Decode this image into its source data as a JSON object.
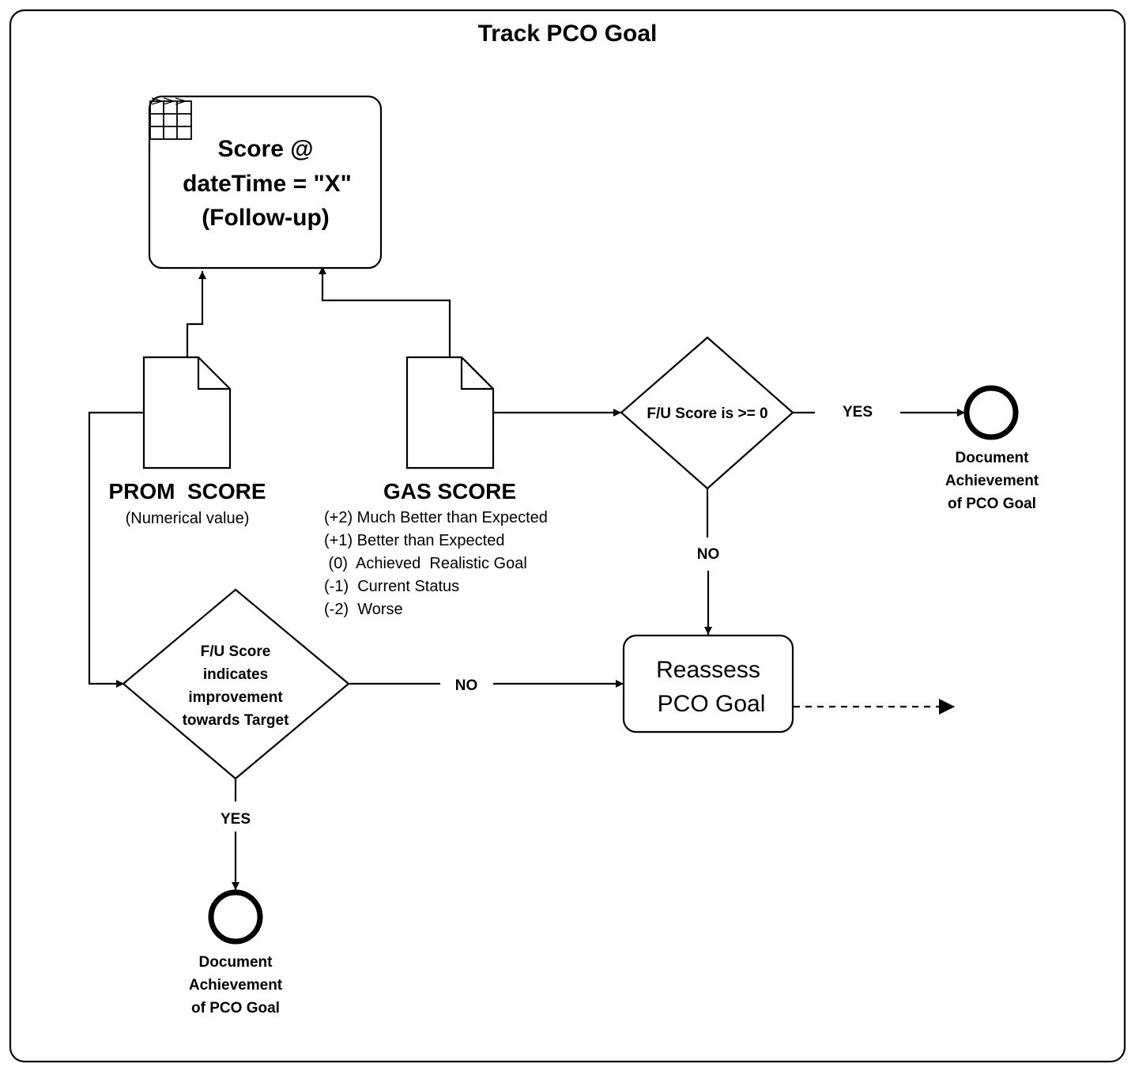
{
  "title": "Track PCO Goal",
  "score_box": {
    "icon": "table-grid-icon",
    "lines": [
      "Score @",
      "dateTime = \"X\"",
      "(Follow-up)"
    ]
  },
  "prom": {
    "icon": "document-icon",
    "title": "PROM  SCORE",
    "subtitle": "(Numerical value)"
  },
  "gas": {
    "icon": "document-icon",
    "title": "GAS SCORE",
    "scale": [
      "(+2) Much Better than Expected",
      "(+1) Better than Expected",
      " (0)  Achieved  Realistic Goal",
      "(-1)  Current Status",
      "(-2)  Worse"
    ]
  },
  "decision_gas": {
    "label": "F/U Score is >= 0"
  },
  "decision_prom": {
    "lines": [
      "F/U Score",
      "indicates",
      "improvement",
      "towards Target"
    ]
  },
  "labels": {
    "yes_right": "YES",
    "no_down": "NO",
    "no_right": "NO",
    "yes_down": "YES"
  },
  "end_right": {
    "icon": "end-event-circle-icon",
    "lines": [
      "Document",
      "Achievement",
      "of PCO Goal"
    ]
  },
  "end_bottom": {
    "icon": "end-event-circle-icon",
    "lines": [
      "Document",
      "Achievement",
      "of PCO Goal"
    ]
  },
  "reassess": {
    "lines": [
      "Reassess",
      "PCO Goal"
    ]
  }
}
